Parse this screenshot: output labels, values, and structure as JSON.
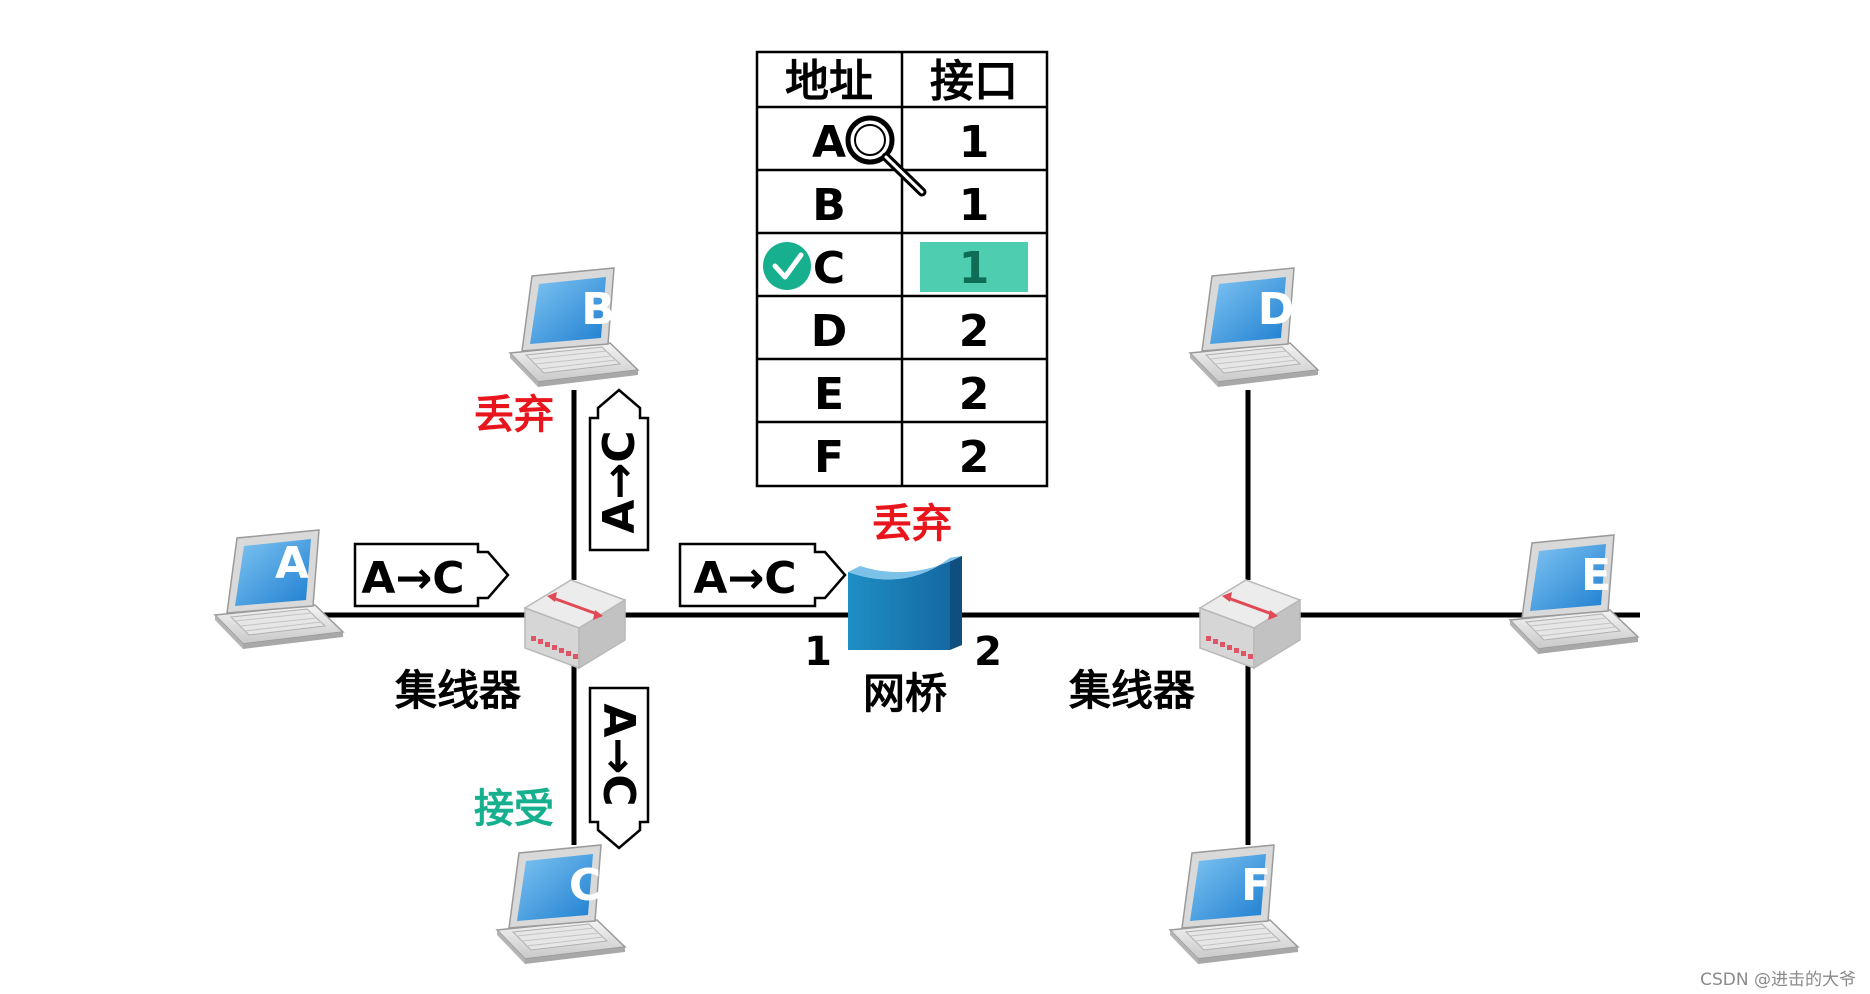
{
  "table": {
    "headers": [
      "地址",
      "接口"
    ],
    "rows": [
      {
        "address": "A",
        "port": "1"
      },
      {
        "address": "B",
        "port": "1"
      },
      {
        "address": "C",
        "port": "1"
      },
      {
        "address": "D",
        "port": "2"
      },
      {
        "address": "E",
        "port": "2"
      },
      {
        "address": "F",
        "port": "2"
      }
    ],
    "highlight_color": "#4ecdb1"
  },
  "hosts": {
    "A": "A",
    "B": "B",
    "C": "C",
    "D": "D",
    "E": "E",
    "F": "F"
  },
  "frame_label": "A→C",
  "hub_label": "集线器",
  "bridge_label": "网桥",
  "bridge_port1": "1",
  "bridge_port2": "2",
  "status": {
    "discard": "丢弃",
    "accept": "接受",
    "discard_color": "#e8161c",
    "accept_color": "#17b08f"
  },
  "icons": [
    "laptop-icon",
    "hub-icon",
    "bridge-icon",
    "magnifier-icon",
    "check-icon"
  ],
  "watermark": "CSDN @进击的大爷"
}
